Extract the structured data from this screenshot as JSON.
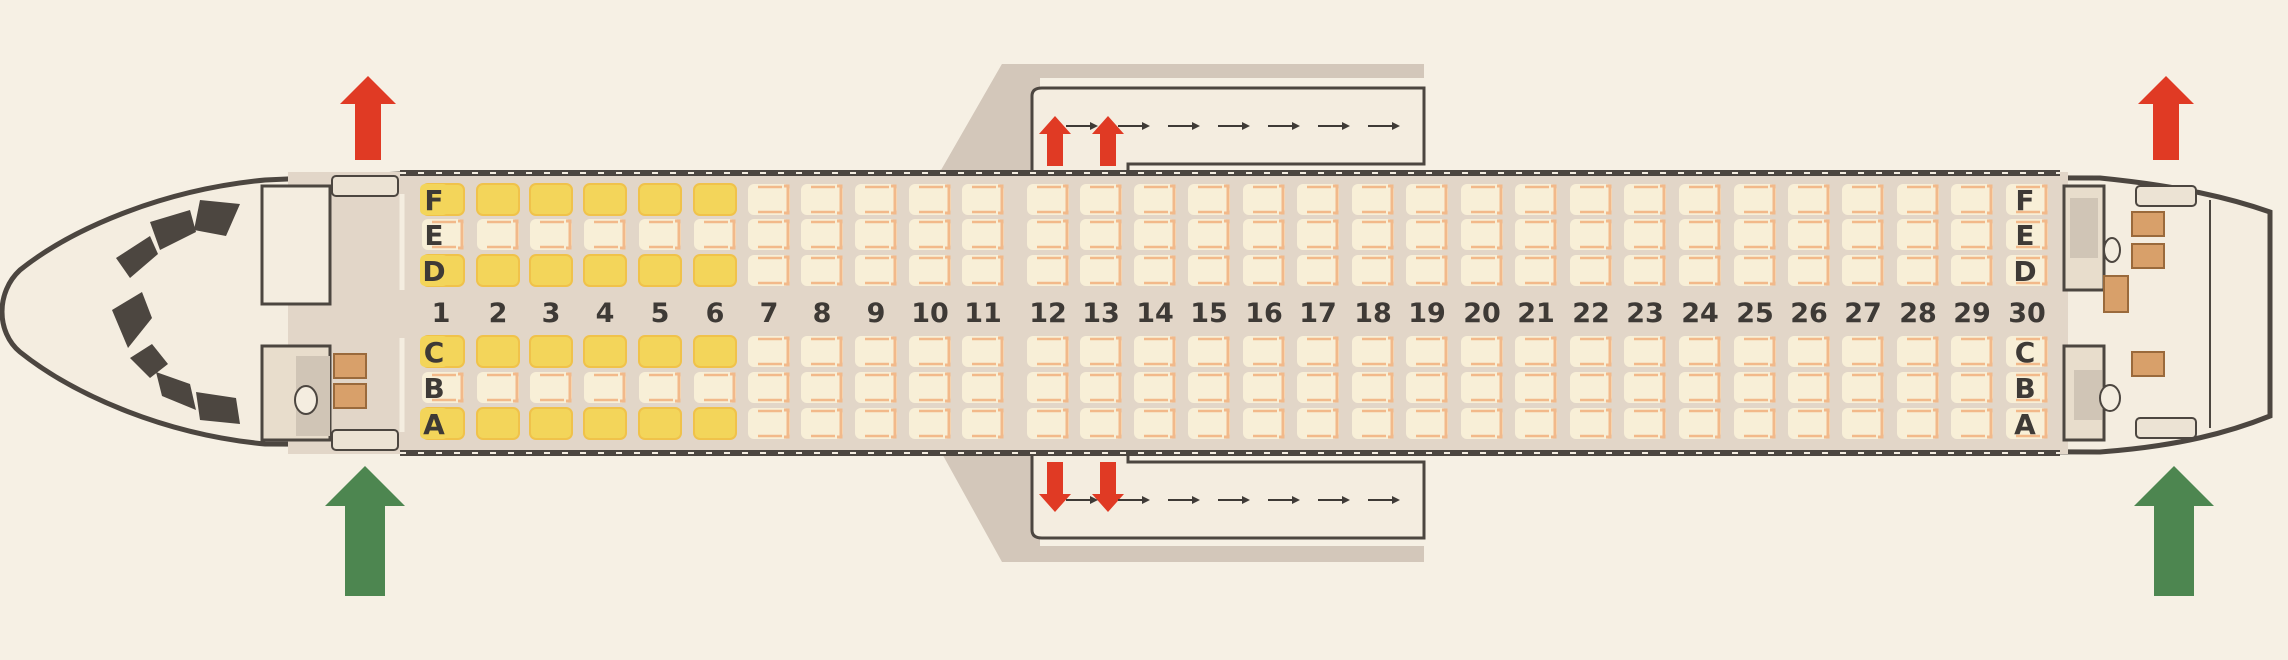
{
  "seatmap": {
    "rows": [
      "1",
      "2",
      "3",
      "4",
      "5",
      "6",
      "7",
      "8",
      "9",
      "10",
      "11",
      "12",
      "13",
      "14",
      "15",
      "16",
      "17",
      "18",
      "19",
      "20",
      "21",
      "22",
      "23",
      "24",
      "25",
      "26",
      "27",
      "28",
      "29",
      "30"
    ],
    "seat_letters": [
      "F",
      "E",
      "D",
      "C",
      "B",
      "A"
    ],
    "highlighted_rows": [
      "1",
      "2",
      "3",
      "4",
      "5",
      "6"
    ],
    "highlighted_letters": [
      "F",
      "D",
      "C",
      "A"
    ],
    "overwing_exit_rows": [
      "12",
      "13"
    ],
    "exit_arrows": {
      "exit_color": "#e03a24",
      "entry_color": "#4d8650"
    },
    "colors": {
      "background": "#f6f0e4",
      "cabin_floor": "#e2d6c8",
      "seat_fill": "#f8efd7",
      "seat_outline": "#f2b98a",
      "seat_highlight": "#f3d55a",
      "fuselage_outline": "#4c4640",
      "wing": "#d3c7ba",
      "galley_box": "#d8a06a",
      "text": "#3e3a36"
    }
  }
}
